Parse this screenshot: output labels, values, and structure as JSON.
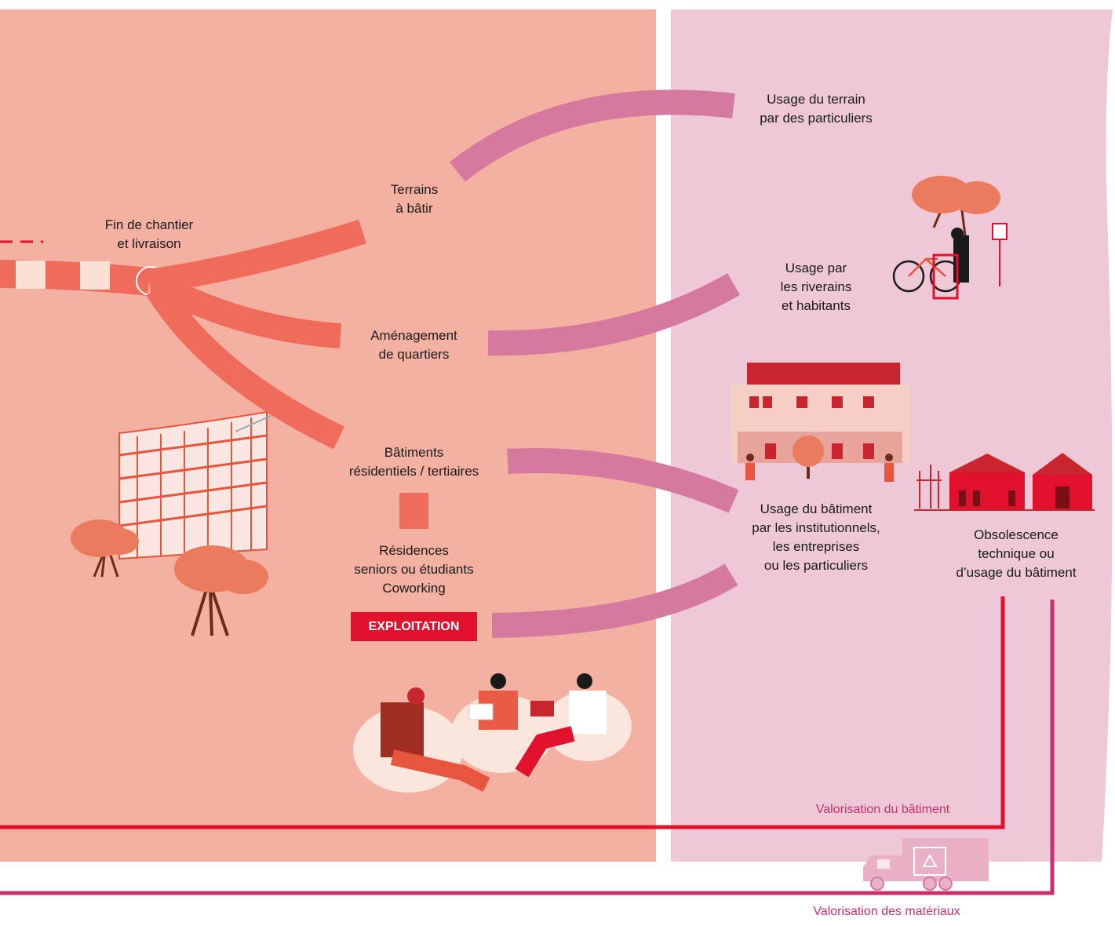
{
  "phase_labels": {
    "fin_chantier": "Fin de chantier\net livraison",
    "terrains": "Terrains\nà bâtir",
    "amenagement": "Aménagement\nde quartiers",
    "batiments": "Bâtiments\nrésidentiels / tertiaires",
    "residences": "Résidences\nseniors ou étudiants\nCoworking",
    "exploitation": "EXPLOITATION"
  },
  "usage_labels": {
    "terrain": "Usage du terrain\npar des particuliers",
    "riverains": "Usage par\nles riverains\net habitants",
    "batiment": "Usage du bâtiment\npar les institutionnels,\nles entreprises\nou les particuliers",
    "obsolescence": "Obsolescence\ntechnique ou\nd’usage du bâtiment"
  },
  "flow_labels": {
    "valorisation_batiment": "Valorisation du bâtiment",
    "valorisation_materiaux": "Valorisation des matériaux"
  },
  "colors": {
    "left_panel": "#f4b0a0",
    "right_panel": "#eec8d7",
    "salmon_flow": "#ef6b5c",
    "pink_flow": "#d6799f",
    "red_line": "#e1112e",
    "magenta_line": "#c8306e"
  },
  "icons": [
    "tree-icon",
    "building-construction-icon",
    "bicycle-icon",
    "people-icon",
    "apartment-building-icon",
    "old-building-icon",
    "coworking-people-icon",
    "recycling-truck-icon"
  ]
}
